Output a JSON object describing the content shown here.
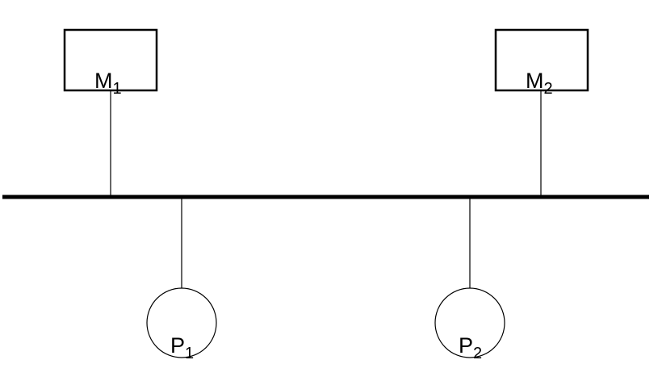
{
  "colors": {
    "stroke": "#000000",
    "background": "#ffffff"
  },
  "memories": [
    {
      "name": "M",
      "index": "1"
    },
    {
      "name": "M",
      "index": "2"
    }
  ],
  "processors": [
    {
      "name": "P",
      "index": "1"
    },
    {
      "name": "P",
      "index": "2"
    }
  ]
}
